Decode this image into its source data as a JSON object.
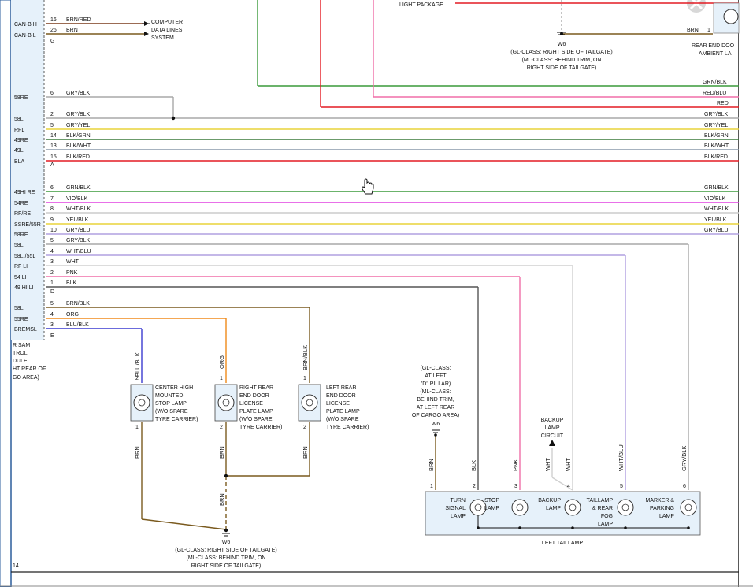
{
  "colors": {
    "frame_blue": "#2b5d9c",
    "module_fill": "#e6f1fa",
    "brn": "#7a5a1e",
    "red": "#e31b23",
    "pink": "#f06fa8",
    "green": "#3a9a3a",
    "magenta": "#e040e0",
    "yellow": "#e8d43a",
    "purple": "#b0a0e0",
    "blue": "#3a3ad0",
    "orange": "#f08a1a",
    "gray": "#a8a8a8"
  },
  "top_left": {
    "can_rows": [
      {
        "pin_label": "CAN-B H",
        "pin": "16",
        "wire": "BRN/RED"
      },
      {
        "pin_label": "CAN-B L",
        "pin": "26",
        "wire": "BRN"
      }
    ],
    "connector_g": "G",
    "computer_data_lines": [
      "COMPUTER",
      "DATA LINES",
      "SYSTEM"
    ]
  },
  "top_right": {
    "light_package": "LIGHT PACKAGE",
    "ground_w6_label": "W6",
    "ground_w6_note": [
      "(GL-CLASS: RIGHT SIDE OF TAILGATE)",
      "(ML-CLASS: BEHIND TRIM, ON",
      "RIGHT SIDE OF TAILGATE)"
    ],
    "brn_wire": "BRN",
    "brn_pin": "1",
    "rear_end_door": [
      "REAR END DOO",
      "AMBIENT LA"
    ]
  },
  "connector_a": {
    "letter": "A",
    "rows": [
      {
        "pin_label": "58RE",
        "pin": "6",
        "wire": "GRY/BLK",
        "right_label": "GRN/BLK"
      },
      {
        "pin_label": "58LI",
        "pin": "2",
        "wire": "GRY/BLK",
        "right_label": "GRY/BLK"
      },
      {
        "pin_label": "RFL",
        "pin": "5",
        "wire": "GRY/YEL",
        "right_label": "GRY/YEL"
      },
      {
        "pin_label": "49RE",
        "pin": "14",
        "wire": "BLK/GRN",
        "right_label": "BLK/GRN"
      },
      {
        "pin_label": "49LI",
        "pin": "13",
        "wire": "BLK/WHT",
        "right_label": "BLK/WHT"
      },
      {
        "pin_label": "BLA",
        "pin": "15",
        "wire": "BLK/RED",
        "right_label": "BLK/RED"
      }
    ],
    "top_right_labels": [
      "GRN/BLK",
      "RED/BLU",
      "RED"
    ]
  },
  "connector_d": {
    "letter": "D",
    "rows": [
      {
        "pin_label": "49HI RE",
        "pin": "6",
        "wire": "GRN/BLK",
        "right_label": "GRN/BLK"
      },
      {
        "pin_label": "54RE",
        "pin": "7",
        "wire": "VIO/BLK",
        "right_label": "VIO/BLK"
      },
      {
        "pin_label": "RF/RE",
        "pin": "8",
        "wire": "WHT/BLK",
        "right_label": "WHT/BLK"
      },
      {
        "pin_label": "SSRE/55R",
        "pin": "9",
        "wire": "YEL/BLK",
        "right_label": "YEL/BLK"
      },
      {
        "pin_label": "58RE",
        "pin": "10",
        "wire": "GRY/BLU",
        "right_label": "GRY/BLU"
      },
      {
        "pin_label": "58LI",
        "pin": "5",
        "wire": "GRY/BLK",
        "right_label": ""
      },
      {
        "pin_label": "58LI/55L",
        "pin": "4",
        "wire": "WHT/BLU",
        "right_label": ""
      },
      {
        "pin_label": "RF LI",
        "pin": "3",
        "wire": "WHT",
        "right_label": ""
      },
      {
        "pin_label": "54 LI",
        "pin": "2",
        "wire": "PNK",
        "right_label": ""
      },
      {
        "pin_label": "49 HI LI",
        "pin": "1",
        "wire": "BLK",
        "right_label": ""
      }
    ]
  },
  "connector_e": {
    "letter": "E",
    "rows": [
      {
        "pin_label": "58LI",
        "pin": "5",
        "wire": "BRN/BLK"
      },
      {
        "pin_label": "55RE",
        "pin": "4",
        "wire": "ORG"
      },
      {
        "pin_label": "BREMSL",
        "pin": "3",
        "wire": "BLU/BLK"
      }
    ]
  },
  "sam_label": [
    "R SAM",
    "TROL",
    "DULE",
    "HT REAR OF",
    "GO AREA)"
  ],
  "lamps_bottom": [
    {
      "wire_top": "BLU/BLK",
      "wire_bottom": "BRN",
      "pin_top": "2",
      "pin_bottom": "1",
      "name": [
        "CENTER HIGH",
        "MOUNTED",
        "STOP LAMP",
        "(W/O SPARE",
        "TYRE CARRIER)"
      ]
    },
    {
      "wire_top": "ORG",
      "wire_bottom": "BRN",
      "pin_top": "1",
      "pin_bottom": "2",
      "name": [
        "RIGHT REAR",
        "END DOOR",
        "LICENSE",
        "PLATE LAMP",
        "(W/O SPARE",
        "TYRE CARRIER)"
      ]
    },
    {
      "wire_top": "BRN/BLK",
      "wire_bottom": "BRN",
      "pin_top": "1",
      "pin_bottom": "2",
      "name": [
        "LEFT REAR",
        "END DOOR",
        "LICENSE",
        "PLATE LAMP",
        "(W/O SPARE",
        "TYRE CARRIER)"
      ]
    }
  ],
  "bottom_ground": {
    "splice_wire": "BRN",
    "label": "W6",
    "note": [
      "(GL-CLASS: RIGHT SIDE OF TAILGATE)",
      "(ML-CLASS: BEHIND TRIM, ON",
      "RIGHT SIDE OF TAILGATE)"
    ]
  },
  "taillamp": {
    "ground_note": [
      "(GL-CLASS:",
      "AT LEFT",
      "\"D\" PILLAR)",
      "(ML-CLASS:",
      "BEHIND TRIM,",
      "AT LEFT REAR",
      "OF CARGO AREA)"
    ],
    "ground_label": "W6",
    "backup_circuit": [
      "BACKUP",
      "LAMP",
      "CIRCUIT"
    ],
    "pins": [
      {
        "pin": "1",
        "wire": "BRN"
      },
      {
        "pin": "2",
        "wire": "BLK"
      },
      {
        "pin": "3",
        "wire": "PNK"
      },
      {
        "pin": "4",
        "wire": "WHT"
      },
      {
        "pin": "5",
        "wire": "WHT/BLU"
      },
      {
        "pin": "6",
        "wire": "GRY/BLK"
      }
    ],
    "backup_wire": "WHT",
    "lamps": [
      {
        "name": [
          "TURN",
          "SIGNAL",
          "LAMP"
        ]
      },
      {
        "name": [
          "STOP",
          "LAMP"
        ]
      },
      {
        "name": [
          "BACKUP",
          "LAMP"
        ]
      },
      {
        "name": [
          "TAILLAMP",
          "& REAR",
          "FOG",
          "LAMP"
        ]
      },
      {
        "name": [
          "MARKER &",
          "PARKING",
          "LAMP"
        ]
      }
    ],
    "title": "LEFT TAILLAMP"
  },
  "page_num": "14"
}
